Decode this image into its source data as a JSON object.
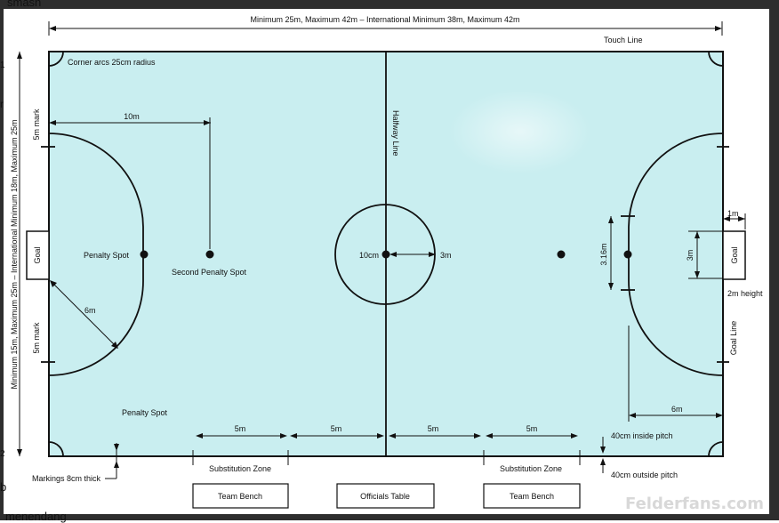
{
  "background": {
    "top_text": "smash",
    "left_fragments": [
      "1",
      "r",
      "2",
      "b"
    ],
    "bottom_text": "menendang"
  },
  "colors": {
    "pitch": "#c9eef0",
    "line": "#111111",
    "frame": "#2e2e2e"
  },
  "labels": {
    "top_dimension": "Minimum 25m, Maximum 42m – International Minimum 38m, Maximum 42m",
    "side_dimension": "Minimum 15m, Maximum 25m – International Minimum 18m, Maximum 25m",
    "touch_line": "Touch Line",
    "corner_arcs": "Corner arcs 25cm radius",
    "halfway_line": "Halfway Line",
    "ten_m": "10m",
    "five_m_mark_top": "5m mark",
    "five_m_mark_bottom": "5m mark",
    "goal_left": "Goal",
    "goal_right": "Goal",
    "penalty_spot": "Penalty Spot",
    "second_penalty_spot": "Second Penalty Spot",
    "six_m": "6m",
    "penalty_spot_bottom": "Penalty Spot",
    "ten_cm": "10cm",
    "three_m_center": "3m",
    "three_sixteen": "3.16m",
    "three_m_goal": "3m",
    "one_m": "1m",
    "two_m_height": "2m height",
    "goal_line": "Goal Line",
    "six_m_right": "6m",
    "five_m_1": "5m",
    "five_m_2": "5m",
    "five_m_3": "5m",
    "five_m_4": "5m",
    "inside_pitch": "40cm inside pitch",
    "outside_pitch": "40cm outside pitch",
    "markings": "Markings 8cm thick",
    "sub_zone_left": "Substitution Zone",
    "sub_zone_right": "Substitution Zone",
    "team_bench_left": "Team Bench",
    "officials_table": "Officials Table",
    "team_bench_right": "Team Bench",
    "watermark": "Felderfans.com"
  }
}
